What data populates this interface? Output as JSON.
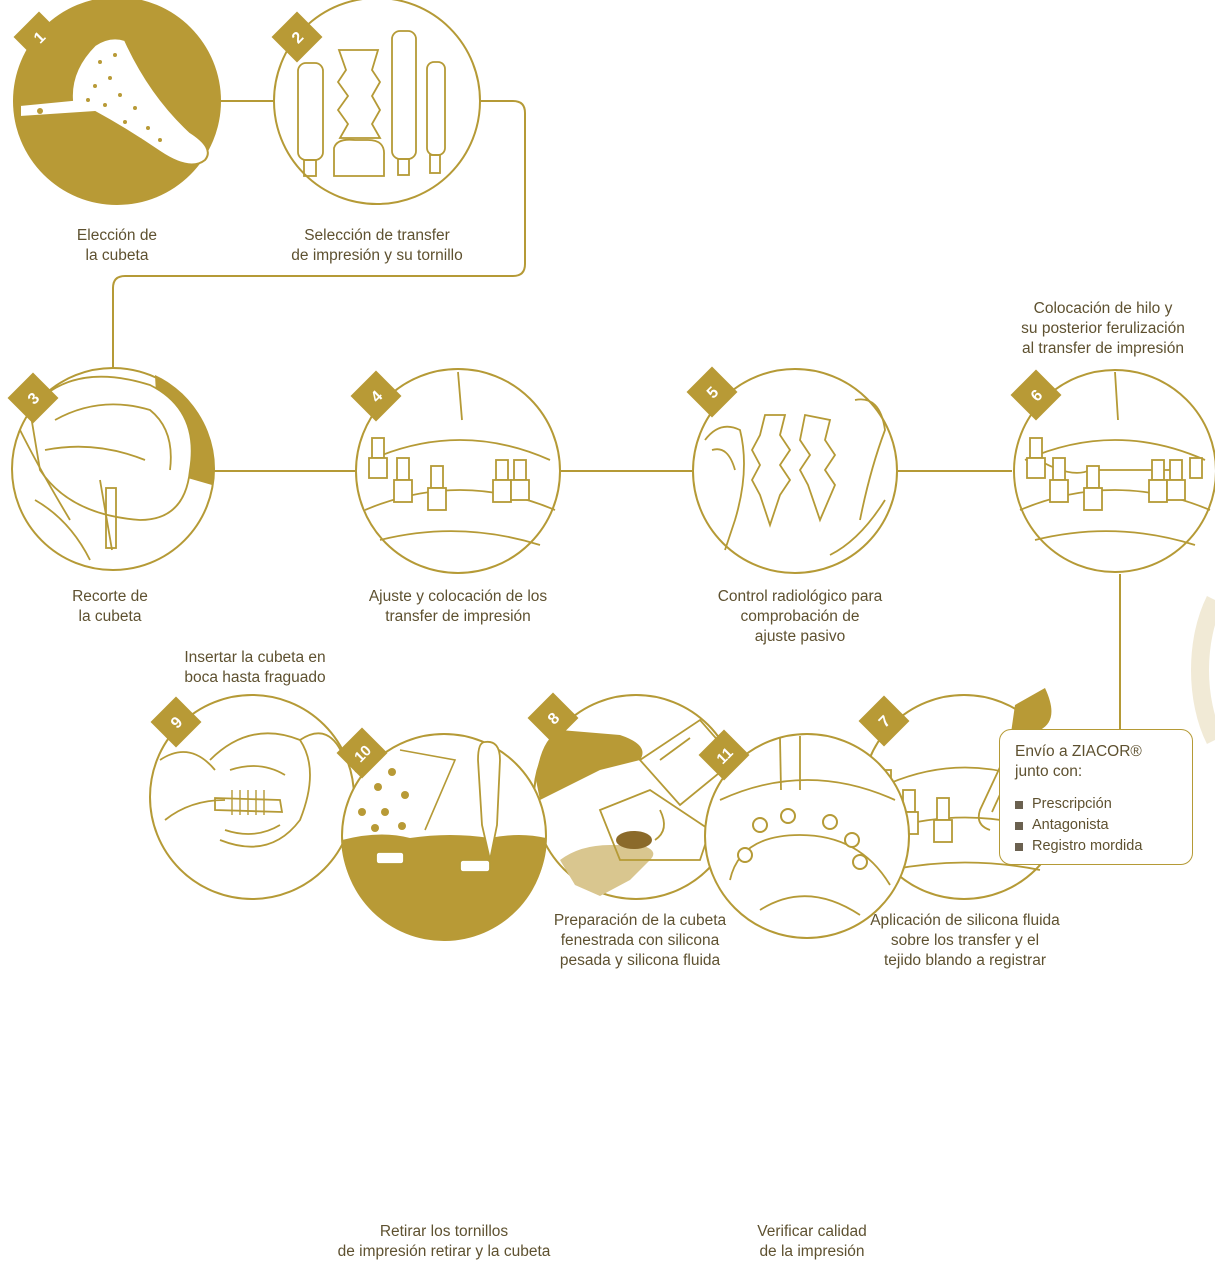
{
  "steps": [
    {
      "number": "1",
      "caption": [
        "Elección de",
        "la cubeta"
      ]
    },
    {
      "number": "2",
      "caption": [
        "Selección de transfer",
        "de impresión y su tornillo"
      ]
    },
    {
      "number": "3",
      "caption": [
        "Recorte de",
        "la cubeta"
      ]
    },
    {
      "number": "4",
      "caption": [
        "Ajuste y colocación de los",
        "transfer de impresión"
      ]
    },
    {
      "number": "5",
      "caption": [
        "Control radiológico para",
        "comprobación de",
        "ajuste pasivo"
      ]
    },
    {
      "number": "6",
      "caption": [
        "Colocación de hilo y",
        "su posterior ferulización",
        "al transfer de impresión"
      ]
    },
    {
      "number": "7",
      "caption": [
        "Aplicación de silicona fluida",
        "sobre los transfer y el",
        "tejido blando a registrar"
      ]
    },
    {
      "number": "8",
      "caption": [
        "Preparación de la cubeta",
        "fenestrada con silicona",
        "pesada y silicona fluida"
      ]
    },
    {
      "number": "9",
      "caption": [
        "Insertar la cubeta en",
        "boca hasta fraguado"
      ]
    },
    {
      "number": "10",
      "caption": [
        "Retirar los tornillos",
        "de impresión retirar y la cubeta"
      ]
    },
    {
      "number": "11",
      "caption": [
        "Verificar calidad",
        "de la impresión"
      ]
    }
  ],
  "shipping": {
    "title": [
      "Envío a ZIACOR®",
      "junto con:"
    ],
    "items": [
      "Prescripción",
      "Antagonista",
      "Registro mordida"
    ]
  },
  "colors": {
    "gold": "#b89a36",
    "gold_light": "#d9c68f",
    "line_art": "#b59a36",
    "text": "#5e5130",
    "cream": "#f3ecd9"
  }
}
